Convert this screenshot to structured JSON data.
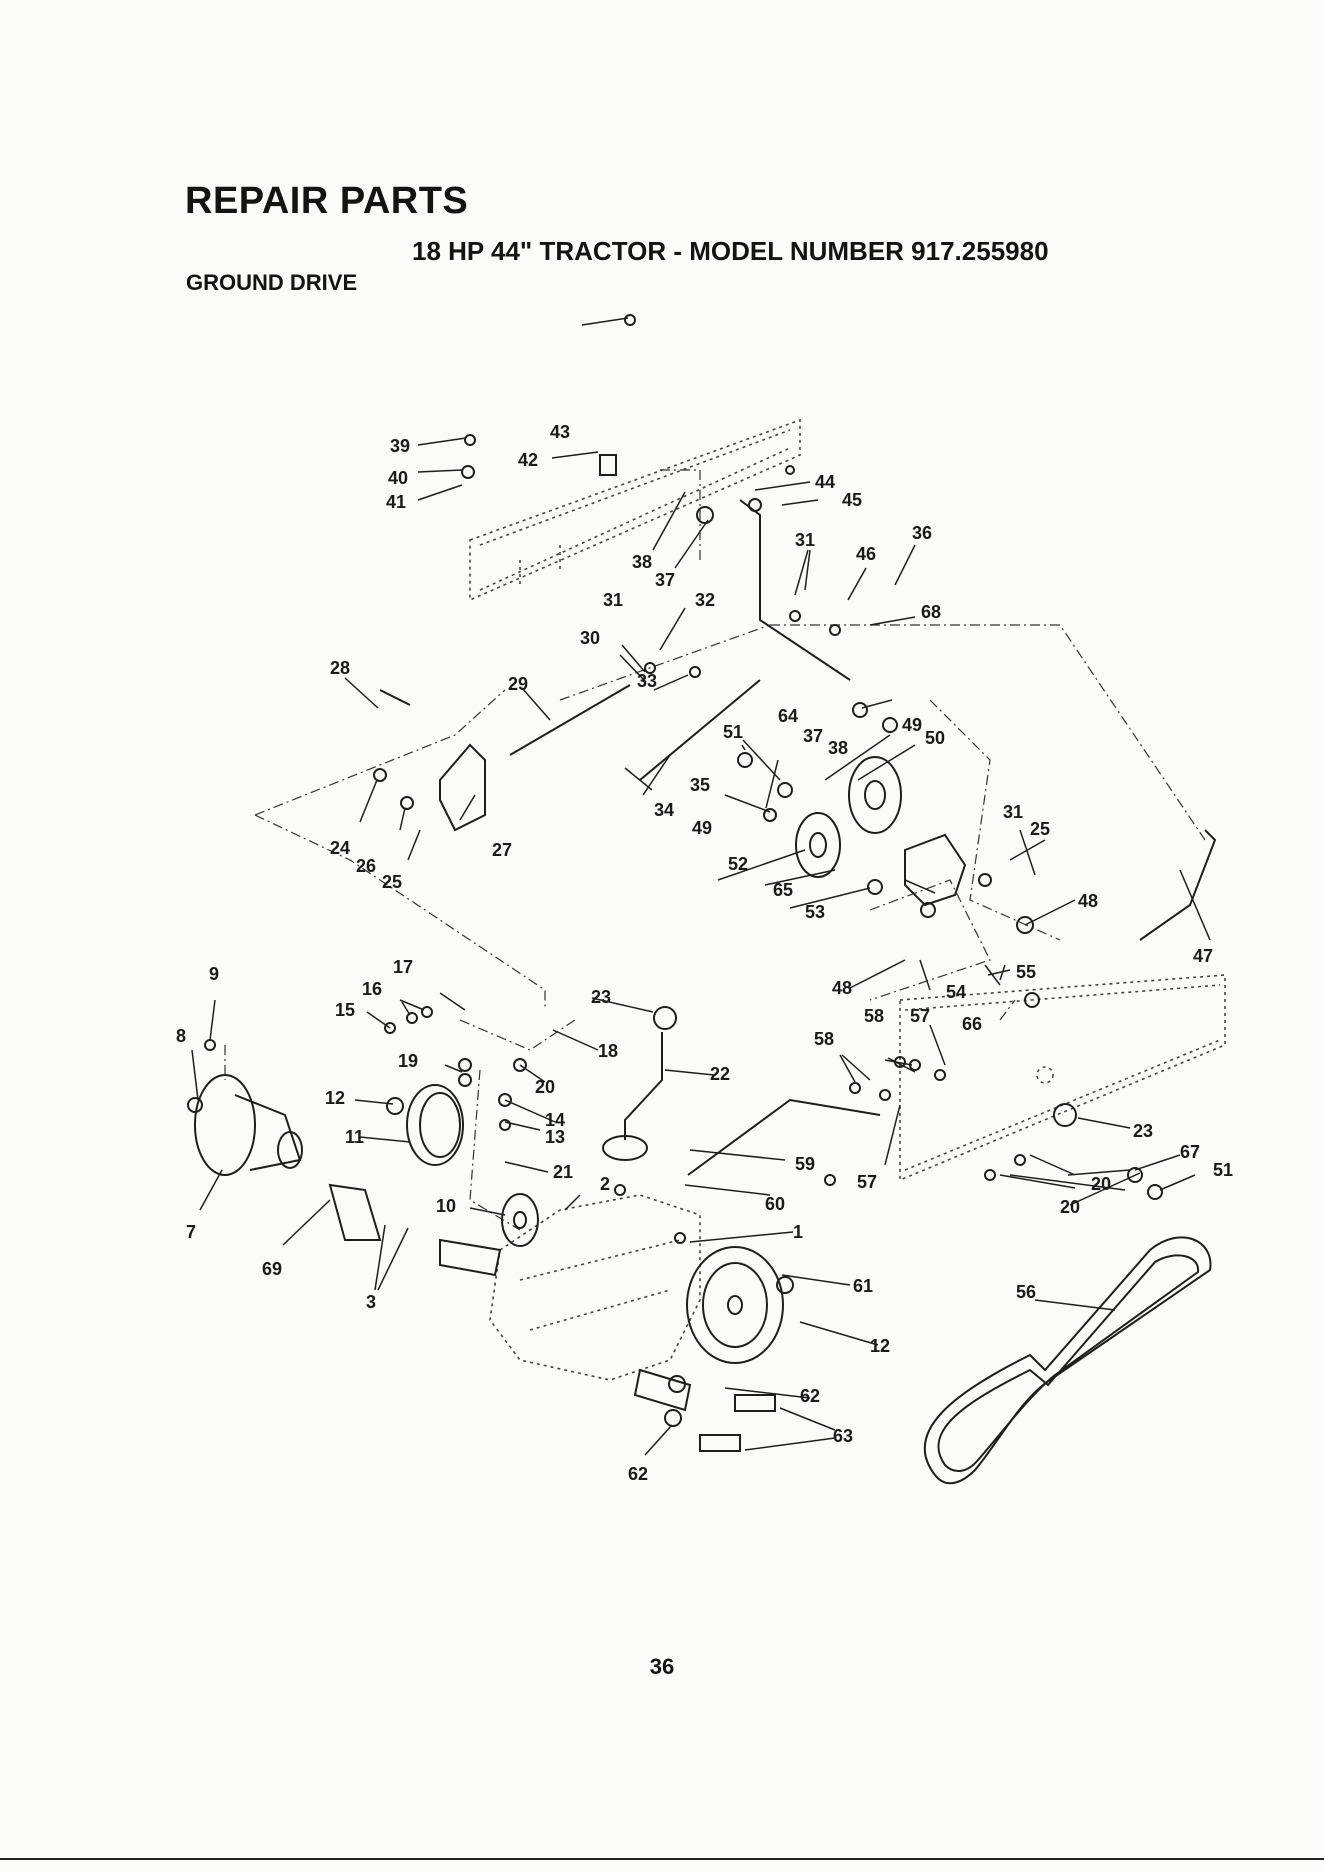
{
  "header": {
    "title": "REPAIR PARTS",
    "subtitle": "18 HP 44\" TRACTOR - MODEL NUMBER 917.255980",
    "section": "GROUND DRIVE"
  },
  "footer": {
    "page_number": "36"
  },
  "callouts": {
    "n1": "1",
    "n2": "2",
    "n3": "3",
    "n7": "7",
    "n8": "8",
    "n9": "9",
    "n10": "10",
    "n11": "11",
    "n12": "12",
    "n13": "13",
    "n14": "14",
    "n15": "15",
    "n16": "16",
    "n17": "17",
    "n18": "18",
    "n19": "19",
    "n20": "20",
    "n21": "21",
    "n22": "22",
    "n23": "23",
    "n24": "24",
    "n25": "25",
    "n26": "26",
    "n27": "27",
    "n28": "28",
    "n29": "29",
    "n30": "30",
    "n31": "31",
    "n32": "32",
    "n33": "33",
    "n34": "34",
    "n35": "35",
    "n36": "36",
    "n37": "37",
    "n38": "38",
    "n39": "39",
    "n40": "40",
    "n41": "41",
    "n42": "42",
    "n43": "43",
    "n44": "44",
    "n45": "45",
    "n46": "46",
    "n47": "47",
    "n48": "48",
    "n49": "49",
    "n50": "50",
    "n51": "51",
    "n52": "52",
    "n53": "53",
    "n54": "54",
    "n55": "55",
    "n56": "56",
    "n57": "57",
    "n58": "58",
    "n59": "59",
    "n60": "60",
    "n61": "61",
    "n62": "62",
    "n63": "63",
    "n64": "64",
    "n65": "65",
    "n66": "66",
    "n67": "67",
    "n68": "68",
    "n69": "69"
  }
}
